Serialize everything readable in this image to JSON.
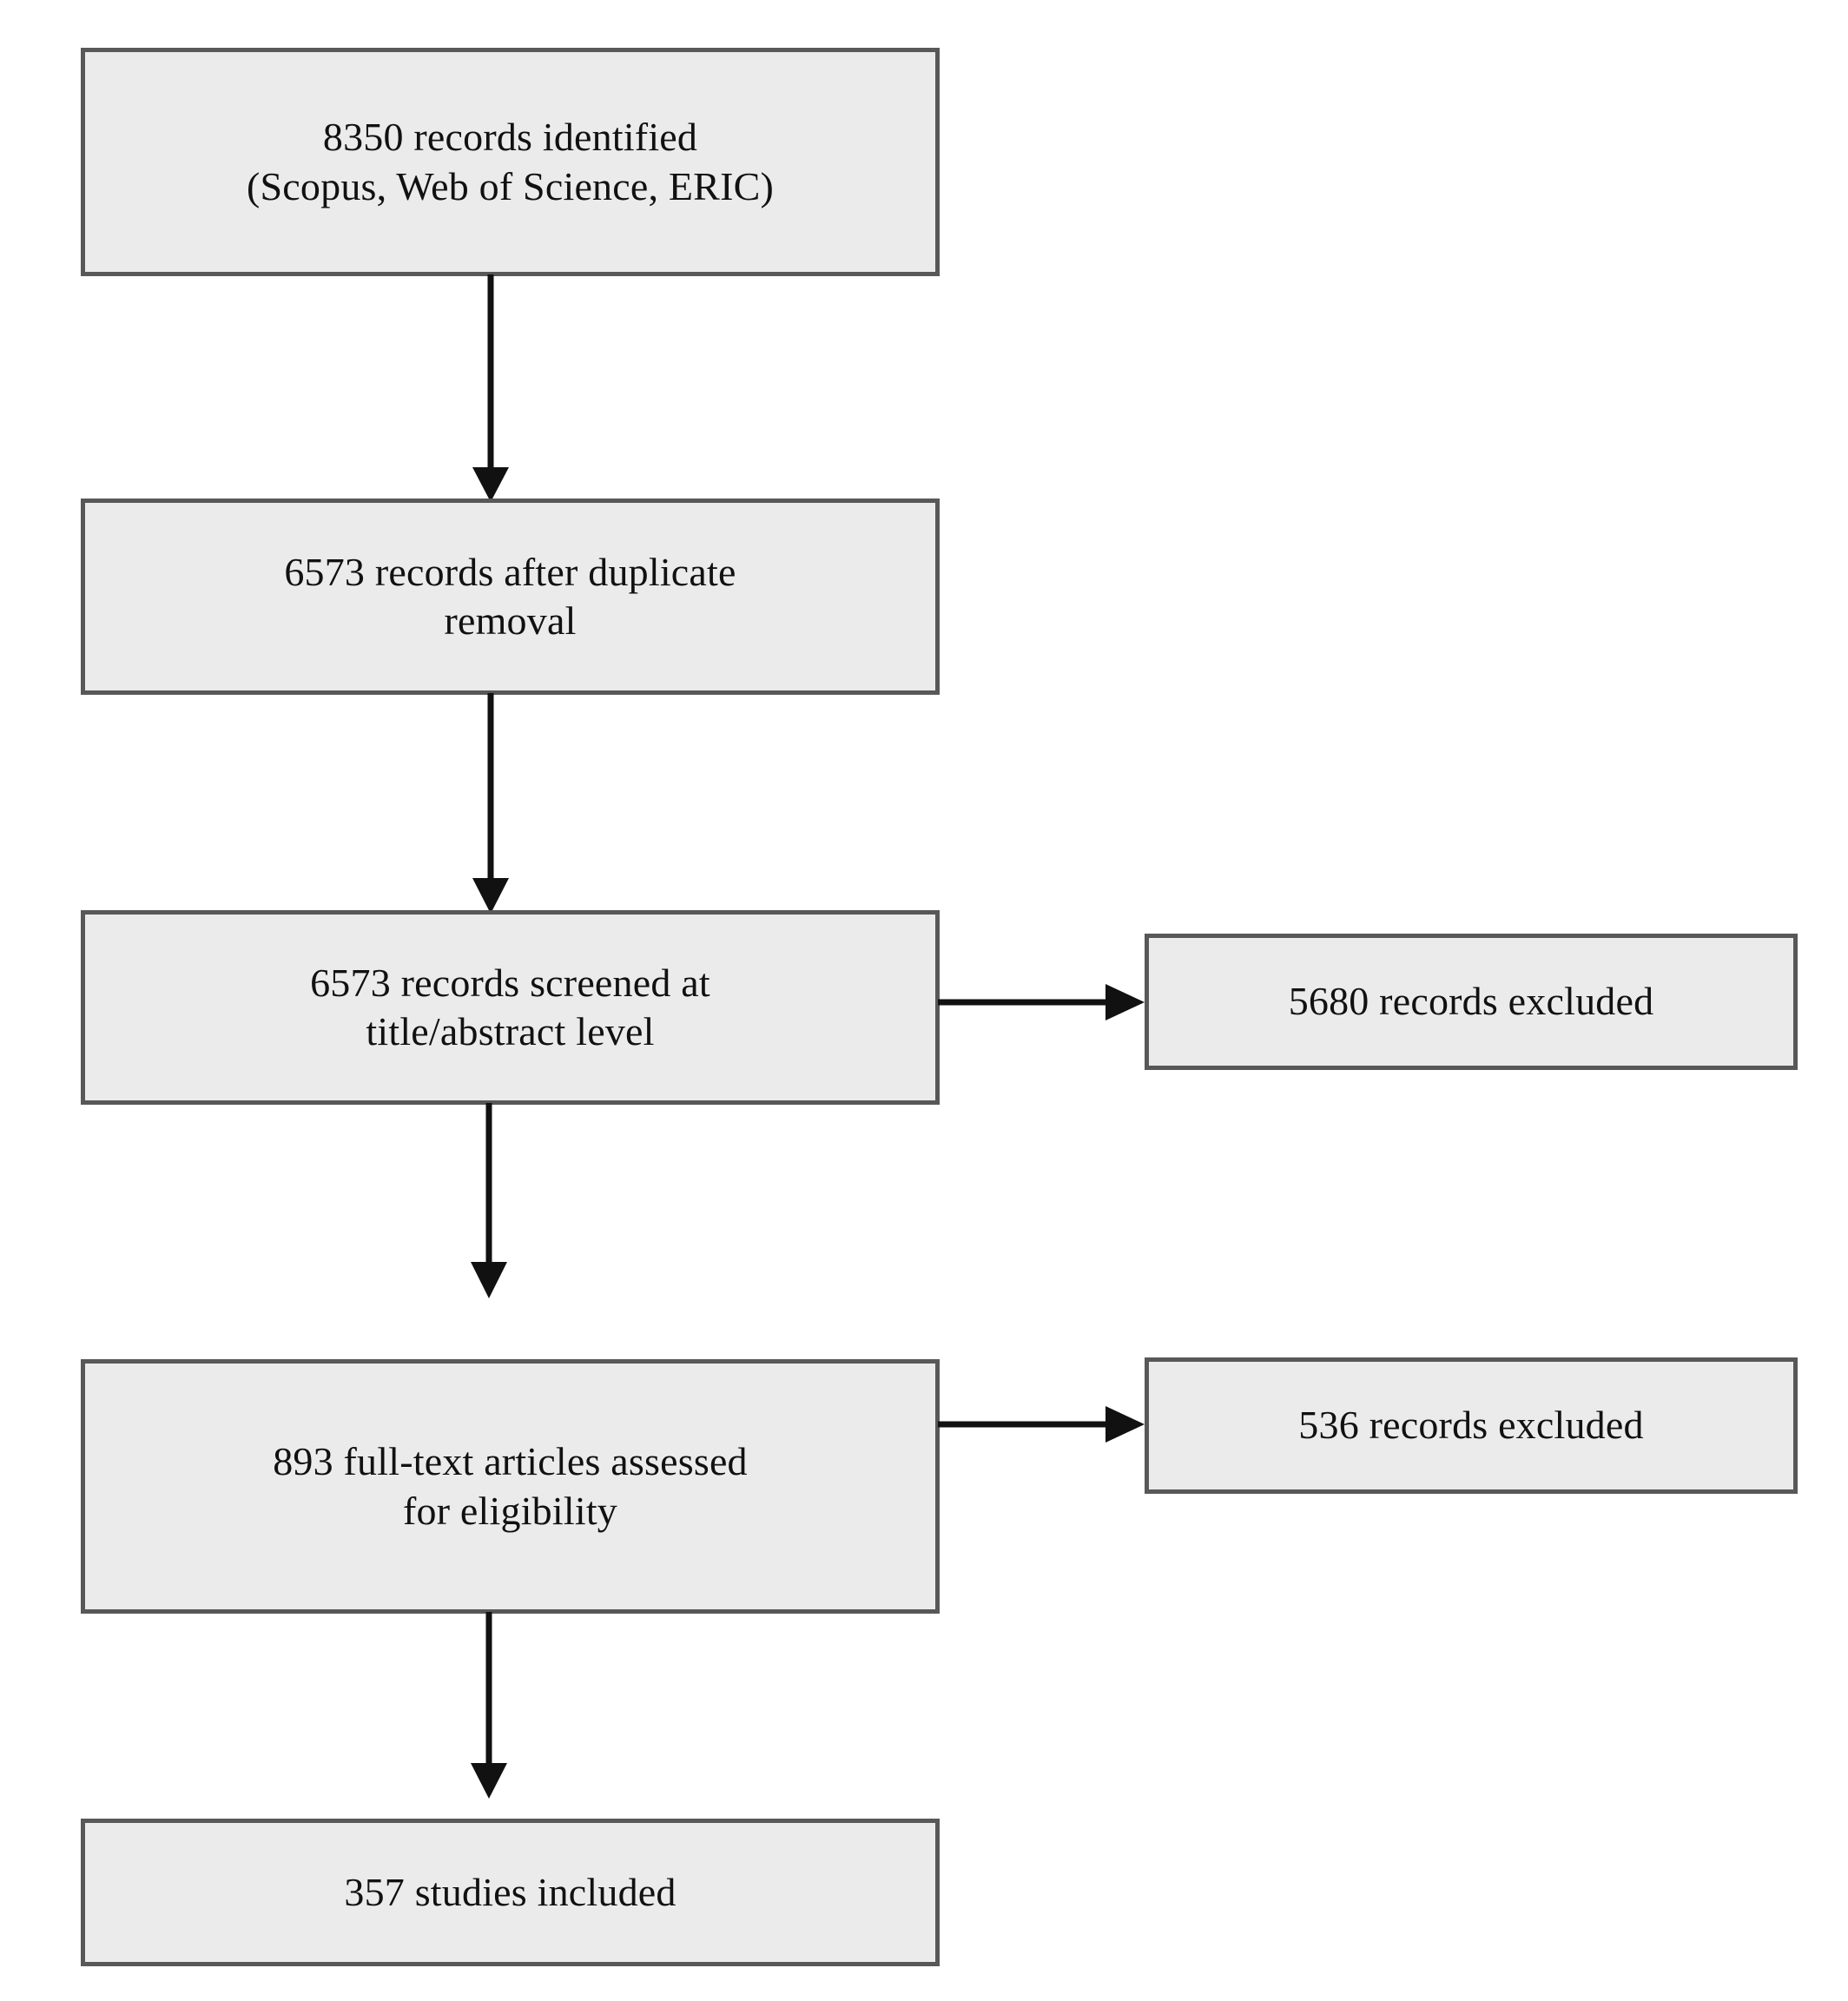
{
  "diagram": {
    "type": "prisma-flow-diagram",
    "palette": {
      "box_fill": "#ebebeb",
      "box_border": "#585858",
      "arrow": "#111111",
      "text": "#111111",
      "background": "#ffffff"
    },
    "nodes": [
      {
        "id": "identified",
        "label": "8350 records identified\n(Scopus, Web of Science, ERIC)",
        "count": 8350,
        "stage": "identification",
        "column": "main"
      },
      {
        "id": "dedup",
        "label": "6573 records after duplicate\nremoval",
        "count": 6573,
        "stage": "identification",
        "column": "main"
      },
      {
        "id": "screened",
        "label": "6573 records screened at\ntitle/abstract level",
        "count": 6573,
        "stage": "screening",
        "column": "main"
      },
      {
        "id": "excluded-screening",
        "label": "5680 records excluded",
        "count": 5680,
        "stage": "screening",
        "column": "right"
      },
      {
        "id": "fulltext",
        "label": "893 full-text articles assessed\nfor eligibility",
        "count": 893,
        "stage": "eligibility",
        "column": "main"
      },
      {
        "id": "excluded-eligibility",
        "label": "536 records excluded",
        "count": 536,
        "stage": "eligibility",
        "column": "right"
      },
      {
        "id": "included",
        "label": "357 studies included",
        "count": 357,
        "stage": "included",
        "column": "main"
      }
    ],
    "edges": [
      {
        "id": "e1",
        "from": "identified",
        "to": "dedup",
        "direction": "down"
      },
      {
        "id": "e2",
        "from": "dedup",
        "to": "screened",
        "direction": "down"
      },
      {
        "id": "e3",
        "from": "screened",
        "to": "fulltext",
        "direction": "down"
      },
      {
        "id": "e4",
        "from": "fulltext",
        "to": "included",
        "direction": "down"
      },
      {
        "id": "e5",
        "from": "screened",
        "to": "excluded-screening",
        "direction": "right"
      },
      {
        "id": "e6",
        "from": "fulltext",
        "to": "excluded-eligibility",
        "direction": "right"
      }
    ]
  }
}
